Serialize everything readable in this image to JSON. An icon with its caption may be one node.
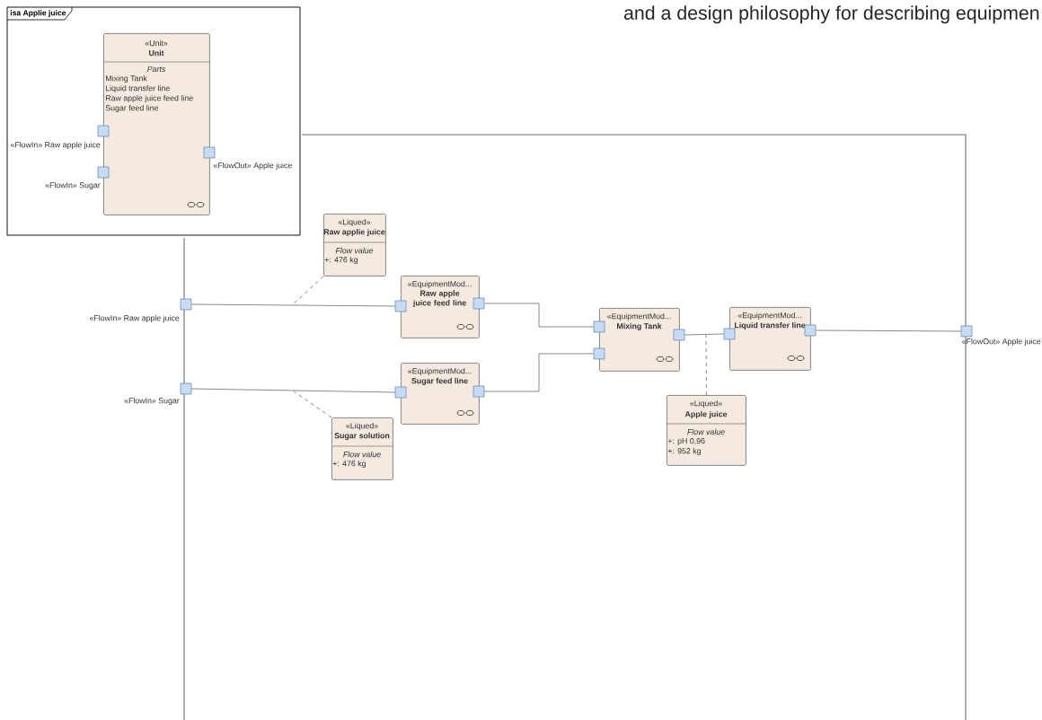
{
  "diagram": {
    "nodes": [
      {
        "text": [
          "isa Applie juice"
        ]
      },
      {
        "text": [
          "«Unit»",
          "Unit",
          "Parts",
          "Mixing Tank",
          "Liquid transfer line",
          "Raw apple juice feed line",
          "Sugar feed line"
        ],
        "in": 0
      },
      {
        "text": [],
        "shape": "box",
        "beside": [
          "«FlowIn» Raw apple juice"
        ],
        "in": 0
      },
      {
        "text": [],
        "shape": "box",
        "beside": [
          "«FlowIn» Sugar"
        ],
        "in": 0
      },
      {
        "text": [],
        "shape": "box",
        "beside": [
          "«FlowOut» Apple juice"
        ],
        "in": 0
      },
      {
        "text": [],
        "shape": "box",
        "beside": [
          "«FlowIn» Raw apple juice"
        ]
      },
      {
        "text": [],
        "shape": "box",
        "beside": [
          "«FlowIn» Sugar"
        ]
      },
      {
        "text": [
          "«Liqued»",
          "Raw applie juice",
          "Flow value",
          "+: 476  kg"
        ]
      },
      {
        "text": [
          "«EquipmentMod...",
          "Raw apple juice feed line"
        ]
      },
      {
        "text": [],
        "shape": "box"
      },
      {
        "text": [],
        "shape": "box"
      },
      {
        "text": [
          "«EquipmentMod...",
          "Sugar feed line"
        ]
      },
      {
        "text": [],
        "shape": "box"
      },
      {
        "text": [],
        "shape": "box"
      },
      {
        "text": [
          "«Liqued»",
          "Sugar solution",
          "Flow value",
          "+: 476  kg"
        ]
      },
      {
        "text": [
          "«EquipmentMod...",
          "Mixing Tank"
        ]
      },
      {
        "text": [],
        "shape": "box"
      },
      {
        "text": [],
        "shape": "box"
      },
      {
        "text": [],
        "shape": "box"
      },
      {
        "text": [
          "«EquipmentMod...",
          "Liquid transfer line"
        ]
      },
      {
        "text": [],
        "shape": "box"
      },
      {
        "text": [],
        "shape": "box"
      },
      {
        "text": [
          "«Liqued»",
          "Apple juice",
          "Flow value",
          "+: pH  0,96",
          "+: 952  kg"
        ]
      },
      {
        "text": [],
        "shape": "box",
        "beside": [
          "«FlowOut» Apple juice"
        ]
      }
    ],
    "edges": [
      {
        "from": 5,
        "to": 9,
        "arrow": "none"
      },
      {
        "from": 6,
        "to": 12,
        "arrow": "none"
      },
      {
        "from": 10,
        "to": 16,
        "arrow": "none"
      },
      {
        "from": 13,
        "to": 17,
        "arrow": "none"
      },
      {
        "from": 18,
        "to": 20,
        "arrow": "none"
      },
      {
        "from": 21,
        "to": 23,
        "arrow": "none"
      },
      {
        "from": 7,
        "to": null,
        "arrow": "none",
        "style": "dashed"
      },
      {
        "from": 14,
        "to": null,
        "arrow": "none",
        "style": "dashed"
      },
      {
        "from": 22,
        "to": null,
        "arrow": "none",
        "style": "dashed"
      }
    ],
    "labels": [
      "and a design philosophy for describing equipmen"
    ]
  }
}
